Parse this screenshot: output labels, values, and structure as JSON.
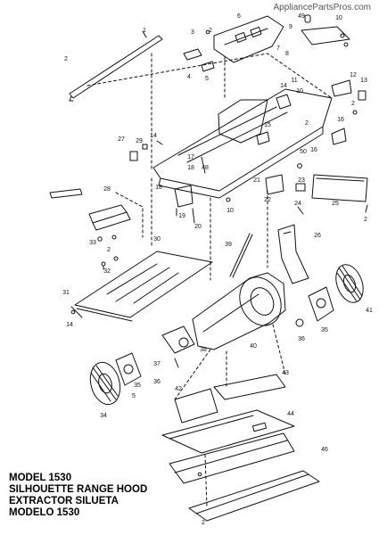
{
  "watermark": "AppliancePartsPros.com",
  "caption_lines": [
    "MODEL 1530",
    "SILHOUETTE RANGE HOOD",
    "EXTRACTOR SILUETA",
    "MODELO 1530"
  ],
  "part_labels": [
    "1",
    "2",
    "3",
    "2",
    "6",
    "7",
    "8",
    "49",
    "9",
    "10",
    "4",
    "5",
    "11",
    "12",
    "13",
    "2",
    "14",
    "16",
    "15",
    "10",
    "2",
    "27",
    "29",
    "14",
    "17",
    "16",
    "18",
    "48",
    "50",
    "21",
    "22",
    "23",
    "24",
    "26",
    "28",
    "18",
    "19",
    "20",
    "10",
    "25",
    "2",
    "33",
    "30",
    "2",
    "32",
    "39",
    "31",
    "14",
    "41",
    "35",
    "36",
    "40",
    "37",
    "38",
    "34",
    "5",
    "35",
    "36",
    "43",
    "42",
    "44",
    "46",
    "2"
  ],
  "colors": {
    "line": "#111111",
    "background": "#ffffff"
  }
}
